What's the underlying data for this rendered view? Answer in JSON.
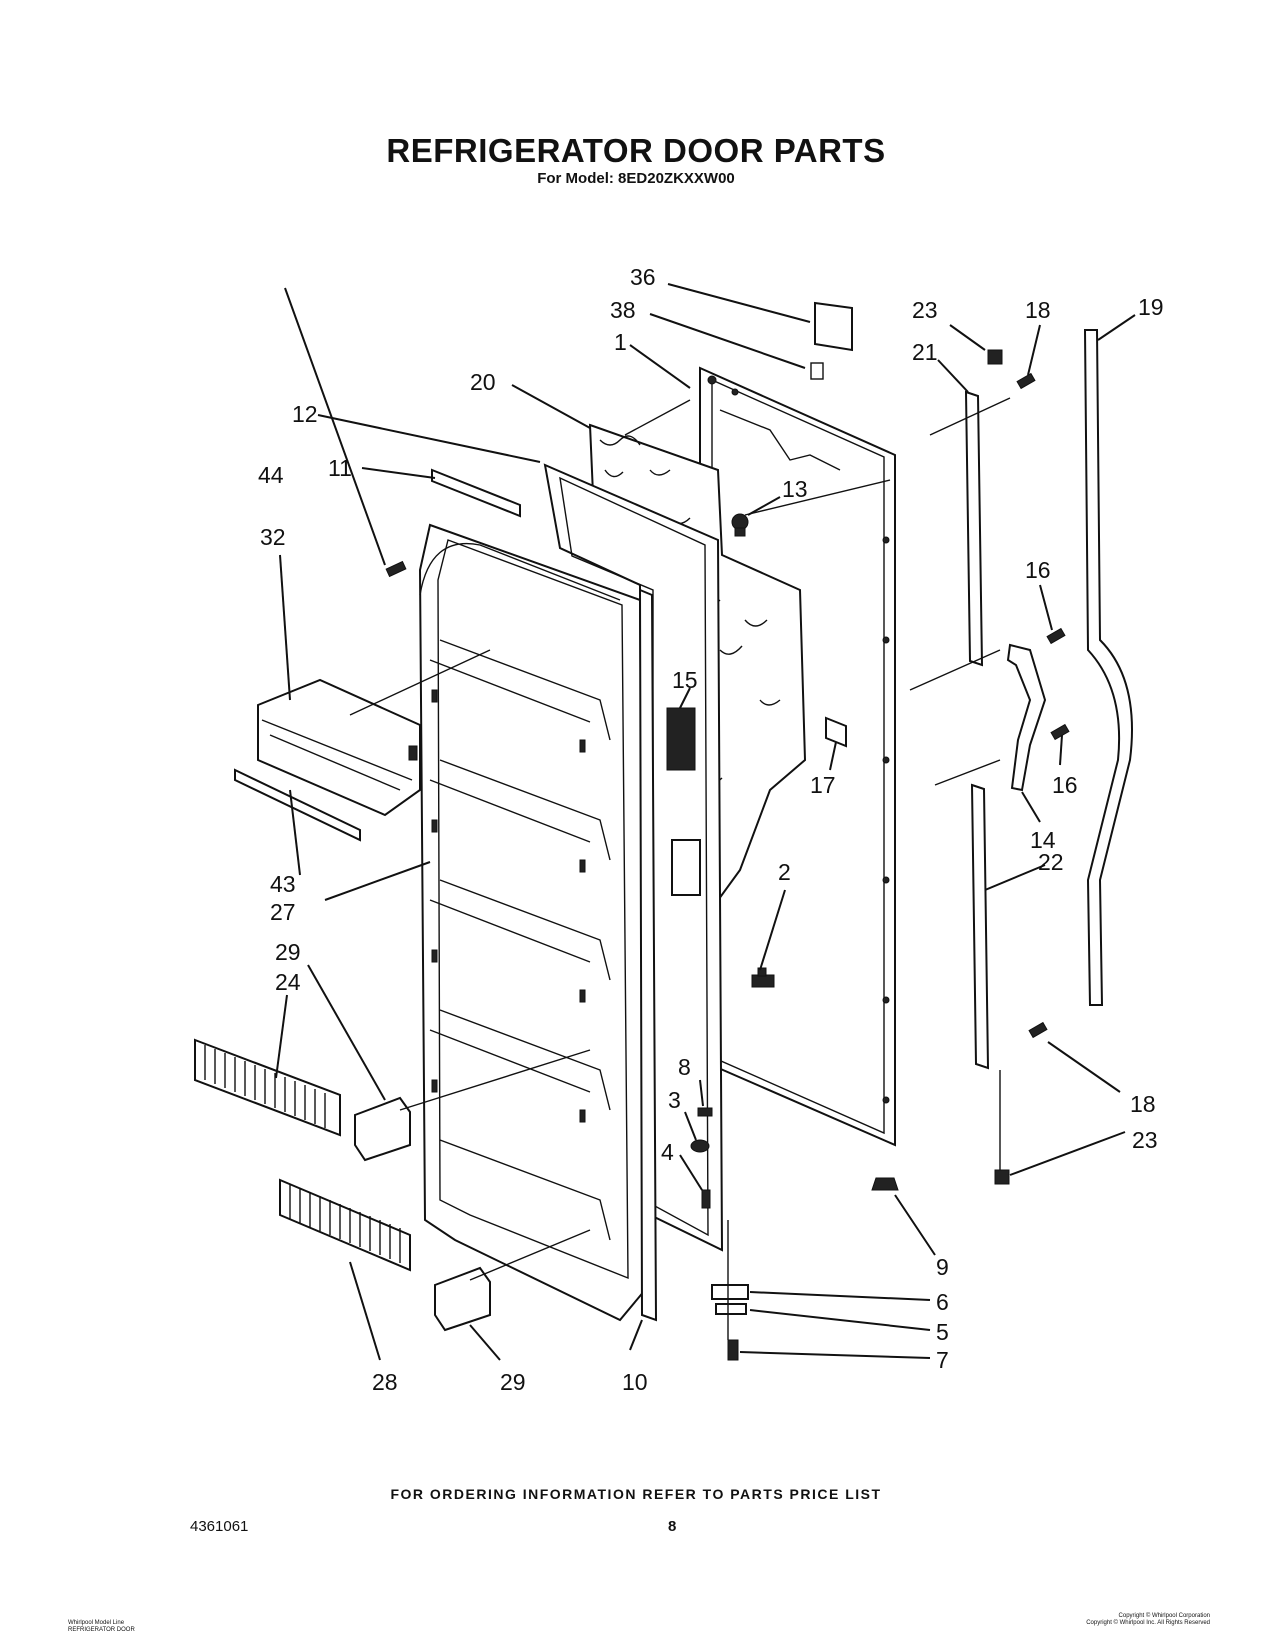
{
  "header": {
    "title": "REFRIGERATOR DOOR PARTS",
    "subtitle": "For Model: 8ED20ZKXXW00"
  },
  "callouts": {
    "c36": "36",
    "c38": "38",
    "c1": "1",
    "c20": "20",
    "c12": "12",
    "c11": "11",
    "c44": "44",
    "c32": "32",
    "c13": "13",
    "c23a": "23",
    "c18a": "18",
    "c19": "19",
    "c21": "21",
    "c16a": "16",
    "c16b": "16",
    "c15": "15",
    "c17": "17",
    "c14": "14",
    "c22": "22",
    "c43": "43",
    "c27": "27",
    "c29a": "29",
    "c24": "24",
    "c2": "2",
    "c8": "8",
    "c3": "3",
    "c4": "4",
    "c18b": "18",
    "c23b": "23",
    "c9": "9",
    "c6": "6",
    "c5": "5",
    "c7": "7",
    "c28": "28",
    "c29b": "29",
    "c10": "10"
  },
  "footer": {
    "ordering_note": "FOR ORDERING INFORMATION REFER TO PARTS PRICE LIST",
    "document_number": "4361061",
    "page": "8",
    "small_left": [
      "Whirlpool Model Line",
      "REFRIGERATOR DOOR"
    ],
    "small_right": [
      "Copyright © Whirlpool Corporation",
      "Copyright © Whirlpool Inc. All Rights Reserved"
    ]
  }
}
